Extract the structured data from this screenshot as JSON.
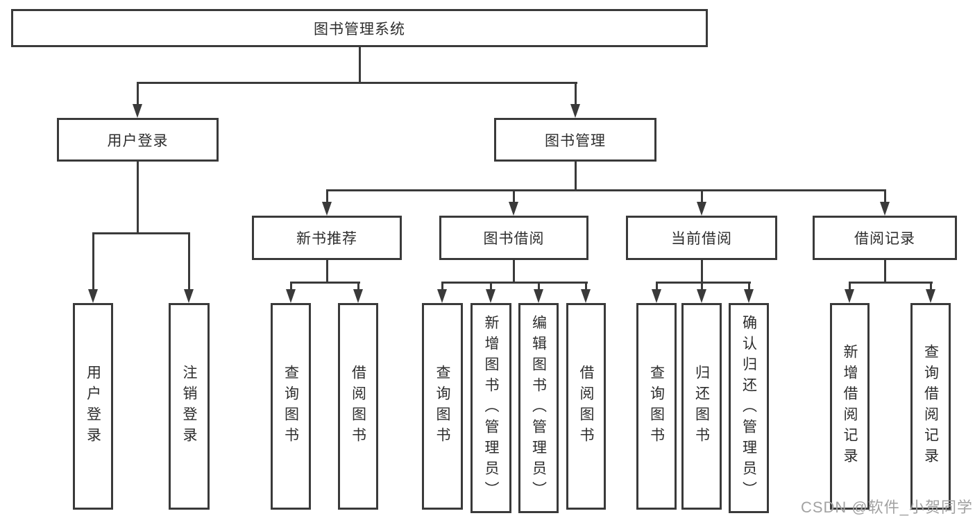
{
  "diagram": {
    "title": "图书管理系统",
    "branches": [
      {
        "label": "用户登录",
        "children": [
          "用户登录",
          "注销登录"
        ]
      },
      {
        "label": "图书管理",
        "children": [
          {
            "label": "新书推荐",
            "children": [
              "查询图书",
              "借阅图书"
            ]
          },
          {
            "label": "图书借阅",
            "children": [
              "查询图书",
              "新增图书（管理员）",
              "编辑图书（管理员）",
              "借阅图书"
            ]
          },
          {
            "label": "当前借阅",
            "children": [
              "查询图书",
              "归还图书",
              "确认归还（管理员）"
            ]
          },
          {
            "label": "借阅记录",
            "children": [
              "新增借阅记录",
              "查询借阅记录"
            ]
          }
        ]
      }
    ]
  },
  "watermark": {
    "text": "CSDN @软件_小贺同学"
  },
  "colors": {
    "stroke": "#3a3a3a",
    "text": "#2d2d2d",
    "watermark": "#a2a2a2",
    "background": "#ffffff"
  }
}
